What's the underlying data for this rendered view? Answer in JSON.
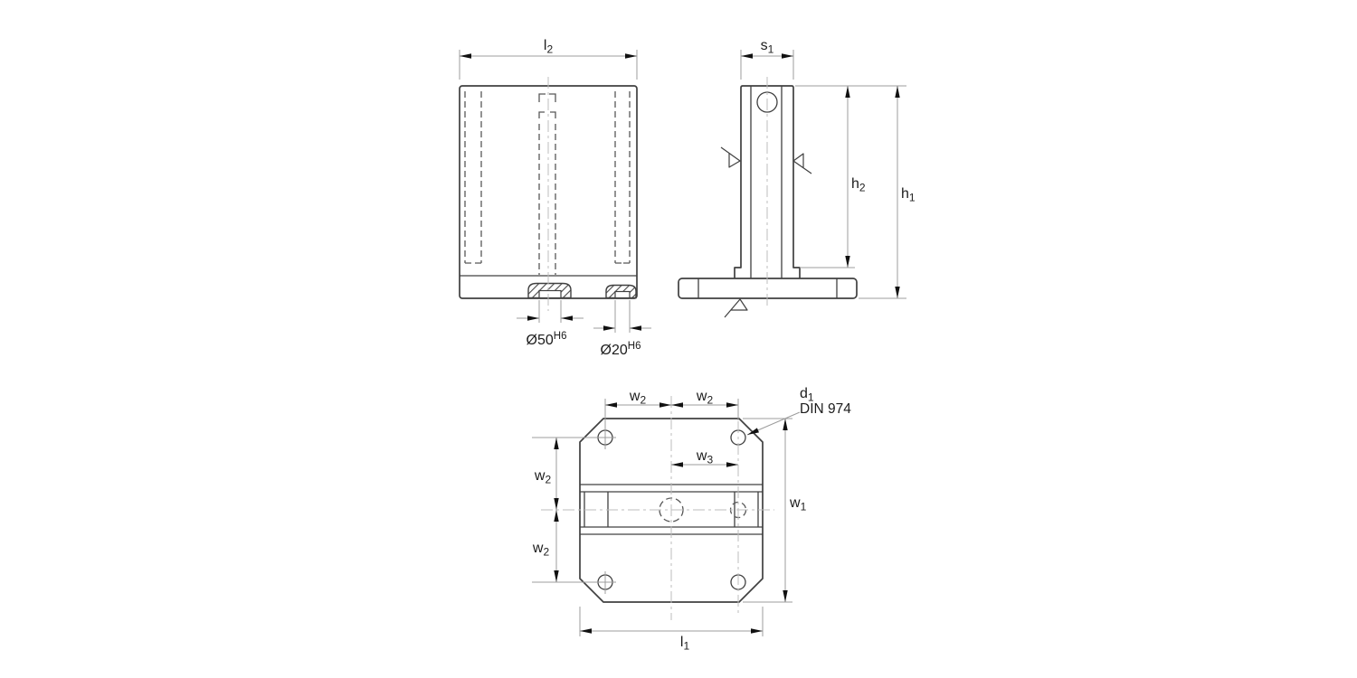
{
  "labels": {
    "l2": {
      "base": "l",
      "sub": "2"
    },
    "s1": {
      "base": "s",
      "sub": "1"
    },
    "h2": {
      "base": "h",
      "sub": "2"
    },
    "h1": {
      "base": "h",
      "sub": "1"
    },
    "w1": {
      "base": "w",
      "sub": "1"
    },
    "w2": {
      "base": "w",
      "sub": "2"
    },
    "w3": {
      "base": "w",
      "sub": "3"
    },
    "l1": {
      "base": "l",
      "sub": "1"
    },
    "d1": {
      "base": "d",
      "sub": "1"
    },
    "bore_large": {
      "base": "Ø50",
      "sup": "H6"
    },
    "bore_small": {
      "base": "Ø20",
      "sup": "H6"
    },
    "thread_standard": "DIN 974"
  },
  "colors": {
    "background": "#ffffff",
    "outline": "#404040",
    "hidden_line": "#585858",
    "centerline": "#bcbcbc",
    "dimension_line": "#9c9c9c",
    "arrowhead": "#111111",
    "text": "#1c1c1c"
  }
}
